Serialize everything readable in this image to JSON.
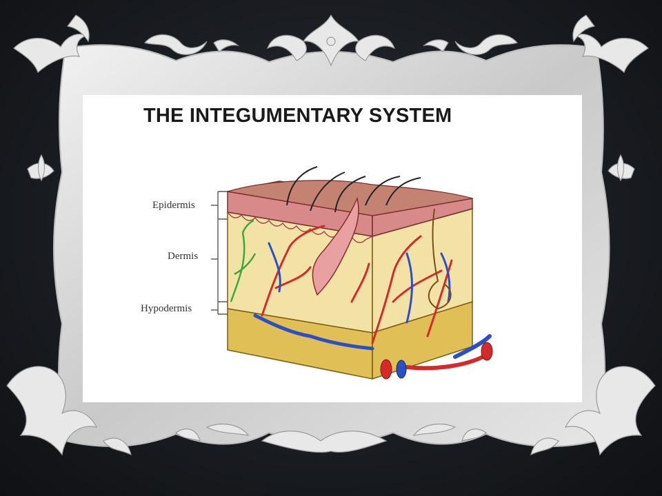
{
  "slide": {
    "title": "THE INTEGUMENTARY SYSTEM",
    "labels": {
      "epidermis": "Epidermis",
      "dermis": "Dermis",
      "hypodermis": "Hypodermis"
    }
  },
  "colors": {
    "background": "#1a1d22",
    "frame": "#d9d9d9",
    "epidermis": "#d88a8a",
    "dermis": "#f3e2a6",
    "hypodermis": "#e2c25a",
    "artery": "#d42a2a",
    "vein": "#2b4fc4",
    "nerve": "#3aa83a"
  }
}
